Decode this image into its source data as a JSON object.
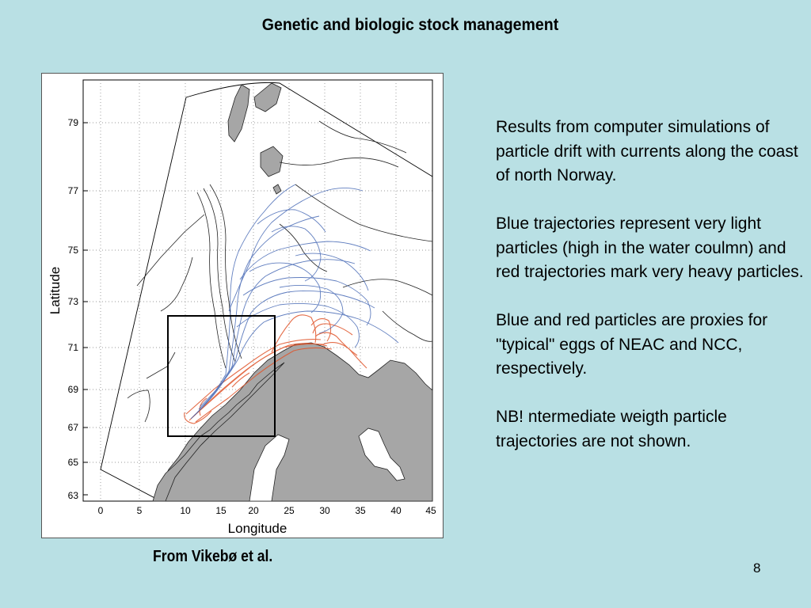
{
  "slide": {
    "title": "Genetic and biologic stock management",
    "caption": "From Vikebø et al.",
    "page_number": "8"
  },
  "body": {
    "paragraphs": [
      "Results from computer simulations of particle drift with currents along the coast of north Norway.",
      "Blue trajectories represent very light particles (high in the water coulmn) and red trajectories mark very heavy particles.",
      "Blue and red particles are proxies for \"typical\" eggs of NEAC and NCC, respectively.",
      "NB! ntermediate weigth particle trajectories are not shown."
    ]
  },
  "map": {
    "xlabel": "Longitude",
    "ylabel": "Latitude",
    "x_ticks": [
      "0",
      "5",
      "10",
      "15",
      "20",
      "25",
      "30",
      "35",
      "40",
      "45"
    ],
    "y_ticks": [
      "79",
      "77",
      "75",
      "73",
      "71",
      "69",
      "67",
      "65",
      "63"
    ],
    "colors": {
      "light_particles": "#3a5fb0",
      "heavy_particles": "#e0542a",
      "land": "#a6a6a6"
    }
  }
}
